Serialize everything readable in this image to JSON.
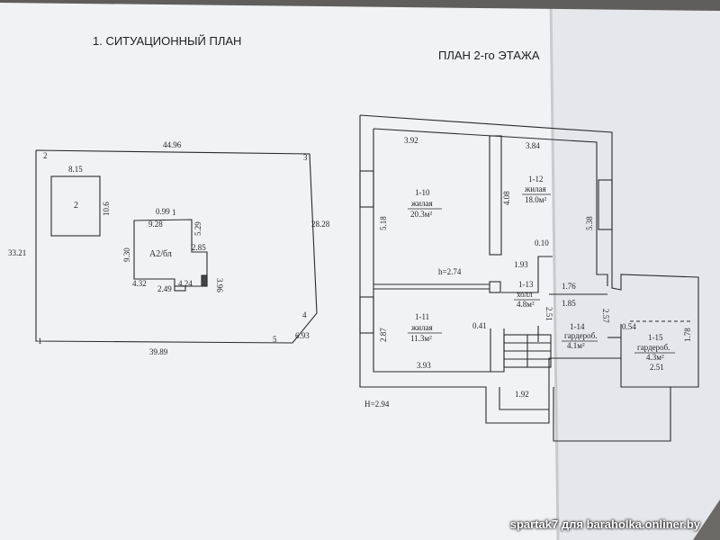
{
  "site_plan": {
    "title": "1. СИТУАЦИОННЫЙ ПЛАН",
    "corners": [
      "1",
      "2",
      "3",
      "4",
      "5"
    ],
    "dims": {
      "top": "44.96",
      "right": "28.28",
      "left": "33.21",
      "bottom": "39.89",
      "chamfer": "6.93",
      "small_w": "8.15",
      "small_h": "10.6",
      "b_a": "0.99",
      "b_b": "1",
      "b_top": "9.28",
      "b_r1": "5.29",
      "b_r2": "2.85",
      "b_r3": "3.96",
      "b_left": "9.30",
      "b_bl": "4.32",
      "b_bm": "2.49",
      "b_br": "4.24"
    },
    "small_building_label": "2",
    "main_building_label": "А2/бл"
  },
  "floor_plan": {
    "title": "ПЛАН 2-го ЭТАЖА",
    "dims": {
      "d392": "3.92",
      "d384": "3.84",
      "d408": "4.08",
      "d518": "5.18",
      "d538": "5.38",
      "d010": "0.10",
      "d193": "1.93",
      "d274": "h=2.74",
      "d176": "1.76",
      "d185": "1.85",
      "d251": "2.51",
      "d257": "2.57",
      "d054": "0.54",
      "d287": "2.87",
      "d041": "0.41",
      "d393": "3.93",
      "d178": "1.78",
      "d251b": "2.51",
      "d192": "1.92",
      "h294": "Н=2.94"
    },
    "rooms": [
      {
        "num": "1-10",
        "type": "жилая",
        "area": "20.3м²"
      },
      {
        "num": "1-12",
        "type": "жилая",
        "area": "18.0м²"
      },
      {
        "num": "1-11",
        "type": "жилая",
        "area": "11.3м²"
      },
      {
        "num": "1-13",
        "type": "холл",
        "area": "4.8м²"
      },
      {
        "num": "1-14",
        "type": "гардероб.",
        "area": "4.1м²"
      },
      {
        "num": "1-15",
        "type": "гардероб.",
        "area": "4.3м²"
      }
    ]
  },
  "watermark": "spartak7 для baraholka.onliner.by",
  "colors": {
    "paper": "#f2f3f5",
    "ink": "#2a2a2a",
    "background": "#5f5e5c"
  }
}
